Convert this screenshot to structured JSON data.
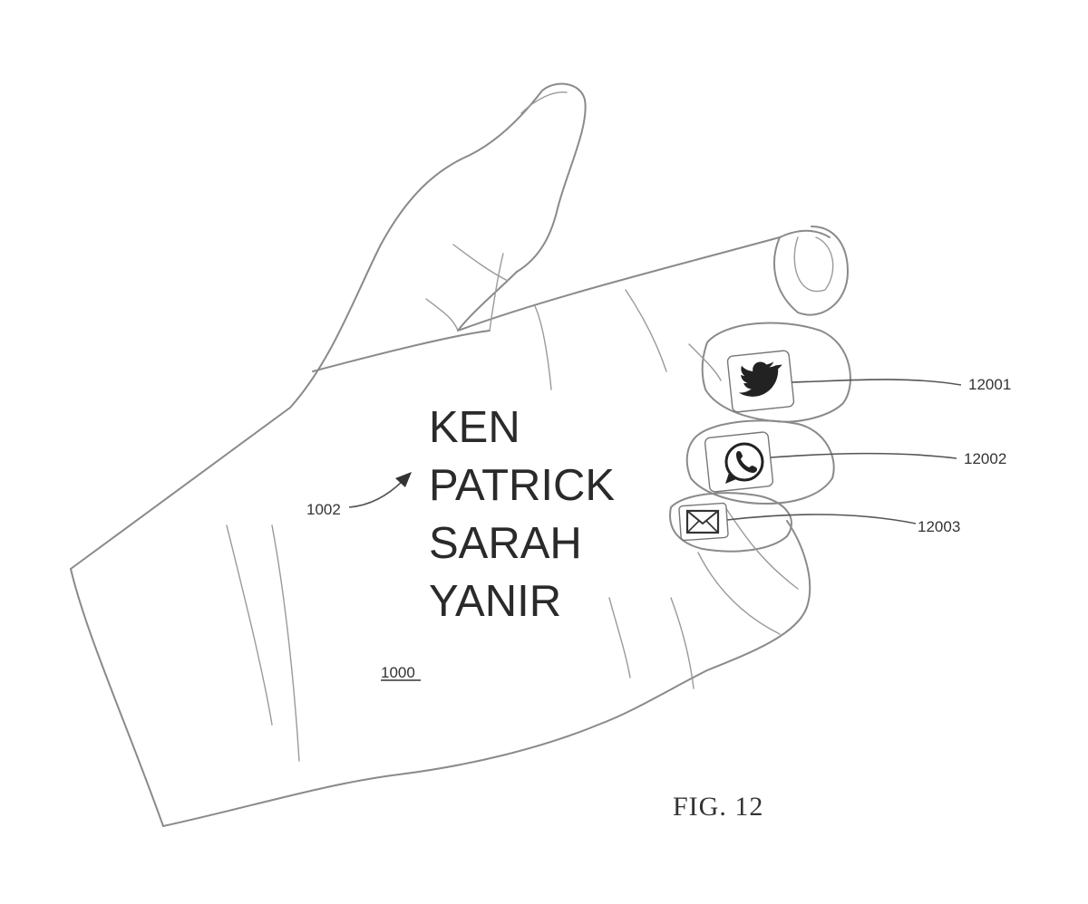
{
  "figure_label": "FIG. 12",
  "hand_ref": "1000",
  "list_ref": "1002",
  "contacts": [
    "KEN",
    "PATRICK",
    "SARAH",
    "YANIR"
  ],
  "icons": [
    {
      "icon": "twitter-bird-icon",
      "ref": "12001"
    },
    {
      "icon": "whatsapp-icon",
      "ref": "12002"
    },
    {
      "icon": "mail-envelope-icon",
      "ref": "12003"
    }
  ]
}
